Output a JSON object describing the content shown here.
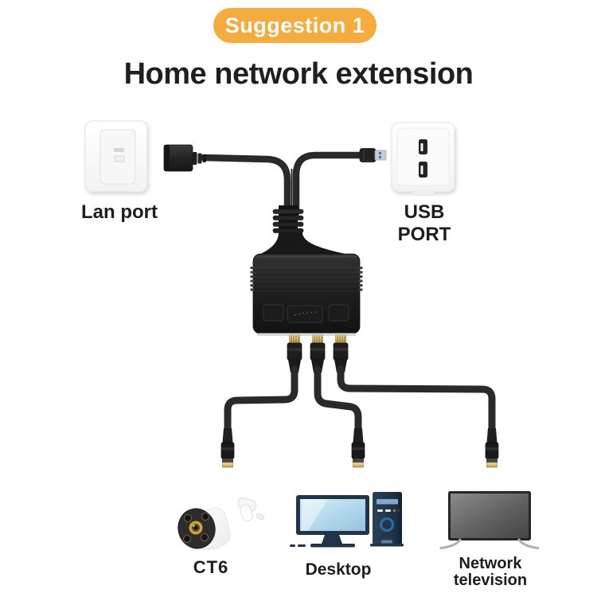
{
  "badge": {
    "label": "Suggestion 1",
    "bg_color": "#F6AC3C",
    "text_color": "#FFFFFF"
  },
  "title": {
    "text": "Home network extension",
    "color": "#1F1F1F"
  },
  "wall_lan": {
    "label": "Lan port",
    "icon": "lan-wall-plate-icon"
  },
  "wall_usb": {
    "label": "USB PORT",
    "icon": "usb-wall-outlet-icon"
  },
  "splitter": {
    "icon": "rj45-splitter-icon"
  },
  "devices": [
    {
      "label": "CT6",
      "icon": "security-camera-icon"
    },
    {
      "label": "Desktop",
      "icon": "desktop-computer-icon"
    },
    {
      "label": "Network television",
      "icon": "television-icon"
    }
  ],
  "colors": {
    "accent": "#F6AC3C",
    "cable_black": "#2A2A2A",
    "device_body_black": "#1C1C1C",
    "gold_pins": "#D8BC6A",
    "desktop_navy": "#223447",
    "screen_blue": "#B4D9EC",
    "tv_screen_gray": "#5A5A5A",
    "text": "#1F1F1F"
  }
}
